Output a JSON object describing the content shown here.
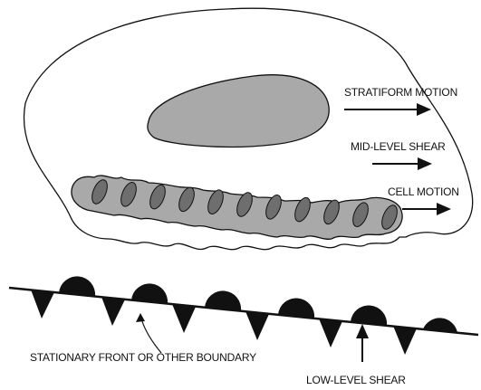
{
  "labels": {
    "stratiform_motion": "STRATIFORM MOTION",
    "mid_level_shear": "MID-LEVEL SHEAR",
    "cell_motion": "CELL MOTION",
    "front_boundary": "STATIONARY FRONT OR OTHER BOUNDARY",
    "low_level_shear": "LOW-LEVEL SHEAR"
  },
  "colors": {
    "outline": "#111111",
    "stratiform_fill": "#a9a9a9",
    "line_fill": "#a9a9a9",
    "cell_fill": "#6e6e6e",
    "front_symbol": "#111111",
    "background": "#ffffff"
  },
  "cell_count": 11
}
